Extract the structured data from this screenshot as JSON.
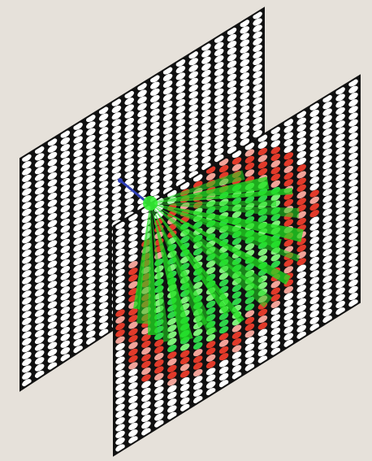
{
  "scene": {
    "background_color": "#e6e1da",
    "mesh_line_color": "#111111",
    "mesh_cell_fill": "#ffffff",
    "hit_color": "#e23a2a",
    "ray_color": "#22e022",
    "direction_color": "#2f3fb8",
    "panels": [
      {
        "name": "back-panel",
        "rows": 34,
        "cols": 19
      },
      {
        "name": "front-panel",
        "rows": 34,
        "cols": 19
      }
    ]
  }
}
